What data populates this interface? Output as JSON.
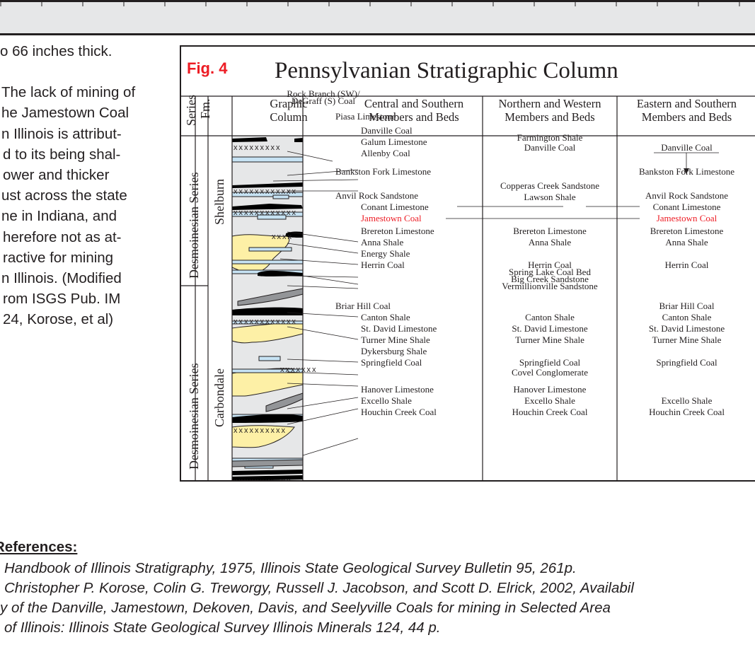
{
  "side_text": [
    "o 66 inches thick.",
    "The lack of mining of",
    "he Jamestown Coal",
    "n Illinois is attribut-",
    "d to its being shal-",
    "ower and thicker",
    "ust across the state",
    "ne in Indiana, and",
    "herefore not as at-",
    "ractive for mining",
    "n Illinois. (Modified",
    "rom ISGS Pub. IM",
    "24, Korose, et al)"
  ],
  "figure": {
    "label": "Fig. 4",
    "title": "Pennsylvanian Stratigraphic Column",
    "headers": {
      "series": "Series",
      "fm": "Fm.",
      "graphic_1": "Graphic",
      "graphic_2": "Column",
      "central_1": "Central and Southern",
      "central_2": "Members and Beds",
      "northern_1": "Northern and Western",
      "northern_2": "Members and Beds",
      "eastern_1": "Eastern and Southern",
      "eastern_2": "Members and Beds"
    },
    "series_upper": "Desmoinesian Series",
    "series_lower": "Desmoinesian Series",
    "fm_upper": "Shelburn",
    "fm_lower": "Carbondale",
    "central": [
      "Rock Branch (SW)/",
      "DeGraff (S) Coal",
      "Piasa Limestone",
      "Danville Coal",
      "Galum Limestone",
      "Allenby Coal",
      "Bankston Fork Limestone",
      "Anvil Rock Sandstone",
      "Conant Limestone",
      "Jamestown Coal",
      "Brereton Limestone",
      "Anna Shale",
      "Energy Shale",
      "Herrin Coal",
      "Briar Hill Coal",
      "Canton Shale",
      "St. David Limestone",
      "Turner Mine Shale",
      "Dykersburg Shale",
      "Springfield Coal",
      "Hanover Limestone",
      "Excello Shale",
      "Houchin Creek Coal"
    ],
    "northern": [
      "Farmington Shale",
      "Danville Coal",
      "Copperas Creek Sandstone",
      "Lawson Shale",
      "Brereton Limestone",
      "Anna Shale",
      "Herrin Coal",
      "Spring Lake Coal Bed",
      "Big Creek Sandstone",
      "Vermillionville Sandstone",
      "Canton Shale",
      "St. David Limestone",
      "Turner Mine Shale",
      "Springfield Coal",
      "Covel Conglomerate",
      "Hanover Limestone",
      "Excello Shale",
      "Houchin Creek Coal"
    ],
    "eastern": [
      "Danville Coal",
      "Bankston Fork Limestone",
      "Anvil Rock Sandstone",
      "Conant Limestone",
      "Jamestown Coal",
      "Brereton Limestone",
      "Anna Shale",
      "Herrin Coal",
      "Briar Hill Coal",
      "Canton Shale",
      "St. David Limestone",
      "Turner Mine Shale",
      "Springfield Coal",
      "Excello Shale",
      "Houchin Creek Coal"
    ]
  },
  "references": {
    "title": "References:",
    "lines": [
      "Handbook of Illinois Stratigraphy, 1975, Illinois State Geological Survey Bulletin 95, 261p.",
      "Christopher P. Korose, Colin G. Treworgy, Russell J. Jacobson, and Scott D. Elrick, 2002, Availabil",
      "y of the Danville, Jamestown, Dekoven, Davis, and Seelyville Coals for mining in Selected Area",
      "of Illinois: Illinois State Geological Survey Illinois Minerals 124, 44 p."
    ]
  },
  "colors": {
    "accent_red": "#ed1c24",
    "sandstone": "#fdf0a6",
    "limestone": "#c7e3f4",
    "shale": "#e6e7e8",
    "coal": "#000000"
  }
}
